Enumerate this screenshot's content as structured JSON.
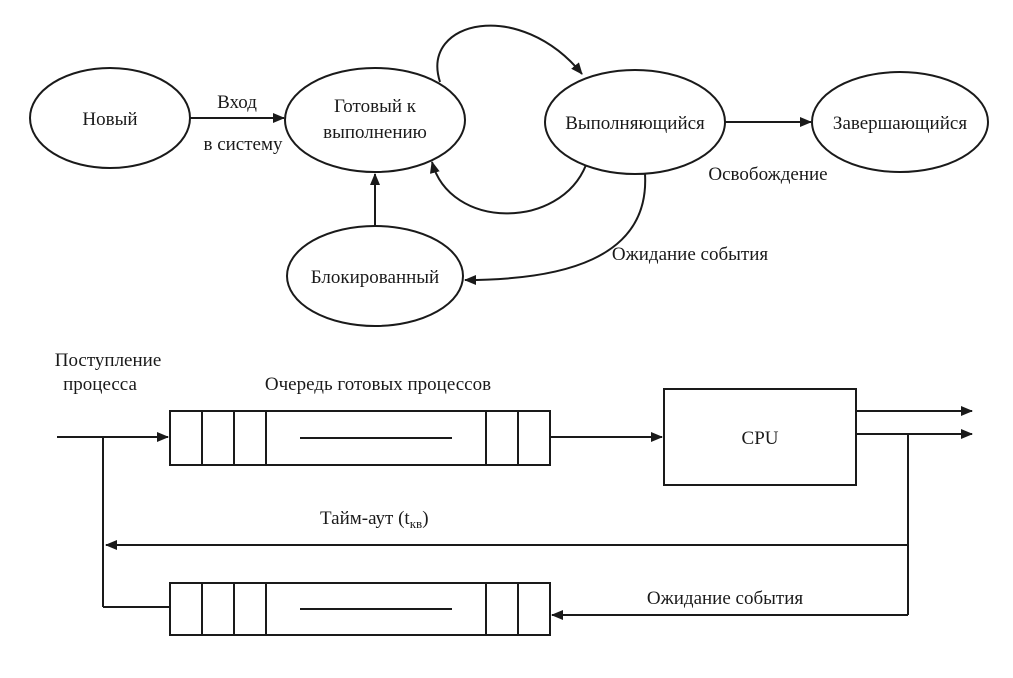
{
  "states": {
    "new": "Новый",
    "ready_line1": "Готовый к",
    "ready_line2": "выполнению",
    "running": "Выполняющийся",
    "terminating": "Завершающийся",
    "blocked": "Блокированный"
  },
  "transitions": {
    "admit_line1": "Вход",
    "admit_line2": "в систему",
    "release": "Освобождение",
    "wait_event": "Ожидание события"
  },
  "queue_diagram": {
    "arrival_line1": "Поступление",
    "arrival_line2": "процесса",
    "ready_queue": "Очередь готовых процессов",
    "cpu": "CPU",
    "timeout": "Тайм-аут (t",
    "timeout_sub": "кв",
    "timeout_close": ")",
    "wait_event": "Ожидание события"
  }
}
